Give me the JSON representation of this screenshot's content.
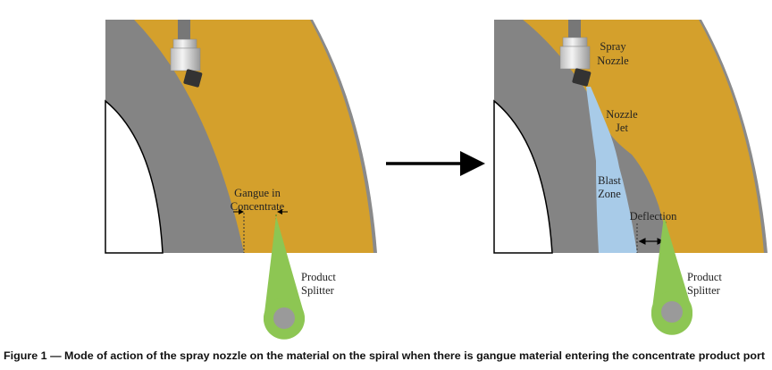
{
  "colors": {
    "concentrate": "#d4a02c",
    "gangue": "#848484",
    "jet": "#a8cbe8",
    "splitter": "#8dc653",
    "splitter_hub": "#9a9a9a"
  },
  "left_panel": {
    "gangue_label_line1": "Gangue in",
    "gangue_label_line2": "Concentrate",
    "splitter_label_line1": "Product",
    "splitter_label_line2": "Splitter"
  },
  "right_panel": {
    "nozzle_label_line1": "Spray",
    "nozzle_label_line2": "Nozzle",
    "jet_label_line1": "Nozzle",
    "jet_label_line2": "Jet",
    "blast_label_line1": "Blast",
    "blast_label_line2": "Zone",
    "deflection_label": "Deflection",
    "splitter_label_line1": "Product",
    "splitter_label_line2": "Splitter"
  },
  "caption": "Figure 1 — Mode of action of the spray nozzle on the material on the spiral when there is gangue material entering the concentrate product port"
}
